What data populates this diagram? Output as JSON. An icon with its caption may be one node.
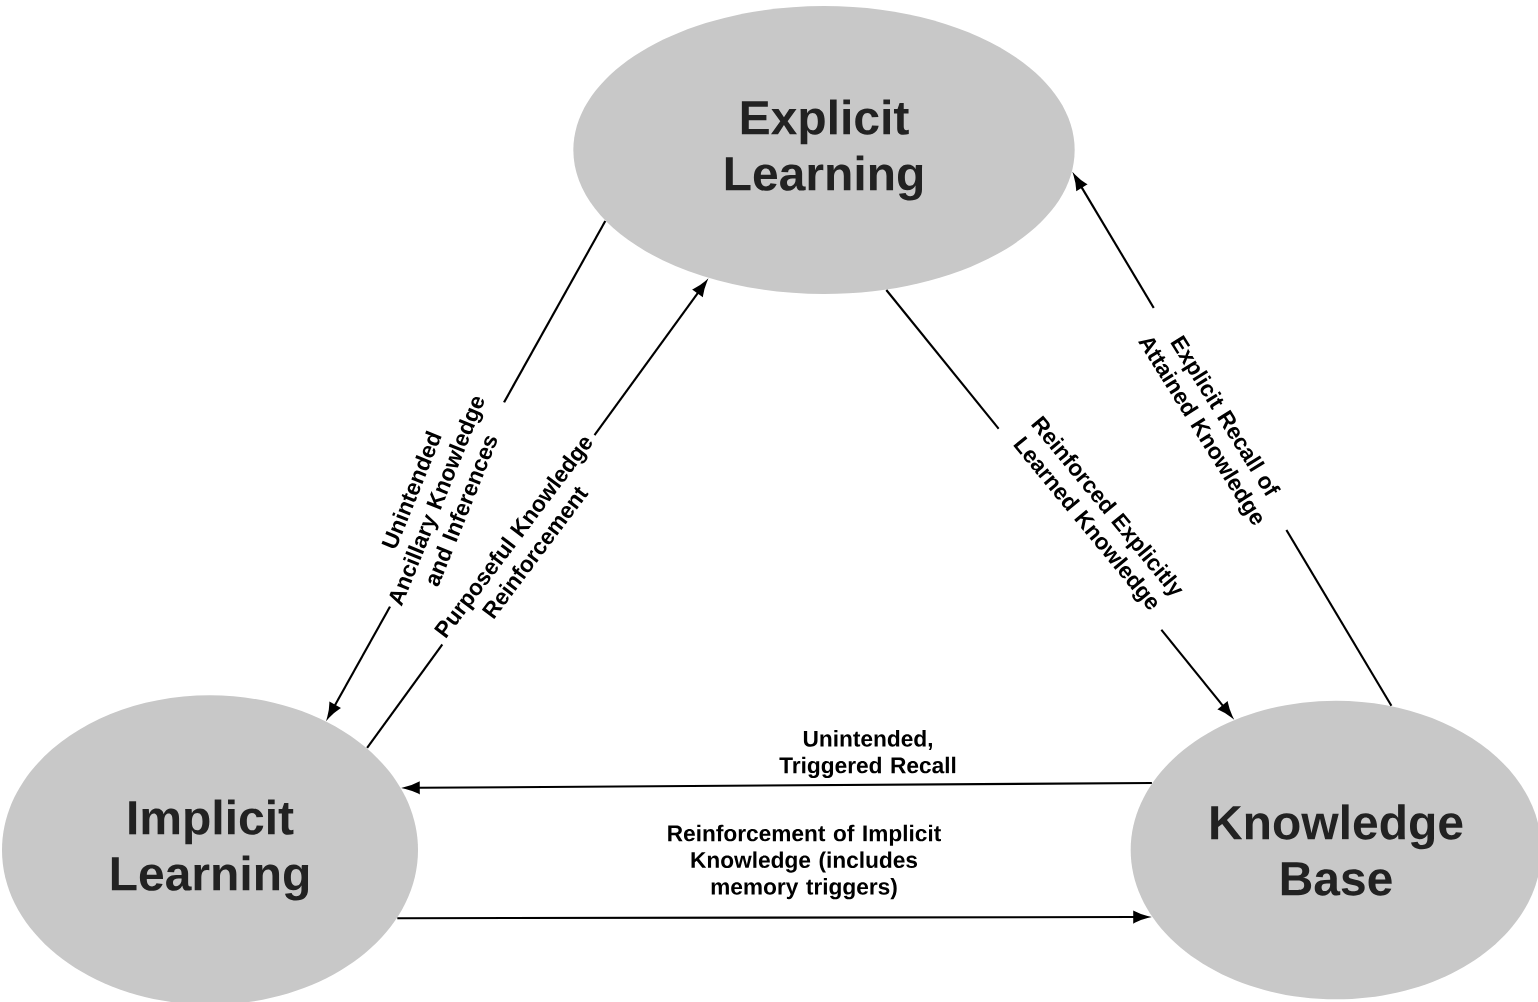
{
  "diagram": {
    "nodes": [
      {
        "text": [
          "Explicit Learning"
        ]
      },
      {
        "text": [
          "Implicit Learning"
        ]
      },
      {
        "text": [
          "Knowledge Base"
        ]
      }
    ],
    "edges": [
      {
        "from": 0,
        "to": 1,
        "arrow": "to",
        "label": "Unintended Ancillary Knowledge and Inferences"
      },
      {
        "from": 1,
        "to": 0,
        "arrow": "to",
        "label": "Purposeful Knowledge Reinforcement"
      },
      {
        "from": 0,
        "to": 2,
        "arrow": "to",
        "label": "Reinforced Explicitly Learned Knowledge"
      },
      {
        "from": 2,
        "to": 0,
        "arrow": "to",
        "label": "Explicit Recall of Attained Knowledge"
      },
      {
        "from": 2,
        "to": 1,
        "arrow": "to",
        "label": "Unintended, Triggered Recall"
      },
      {
        "from": 1,
        "to": 2,
        "arrow": "to",
        "label": "Reinforcement of Implicit Knowledge (includes memory triggers)"
      }
    ]
  }
}
